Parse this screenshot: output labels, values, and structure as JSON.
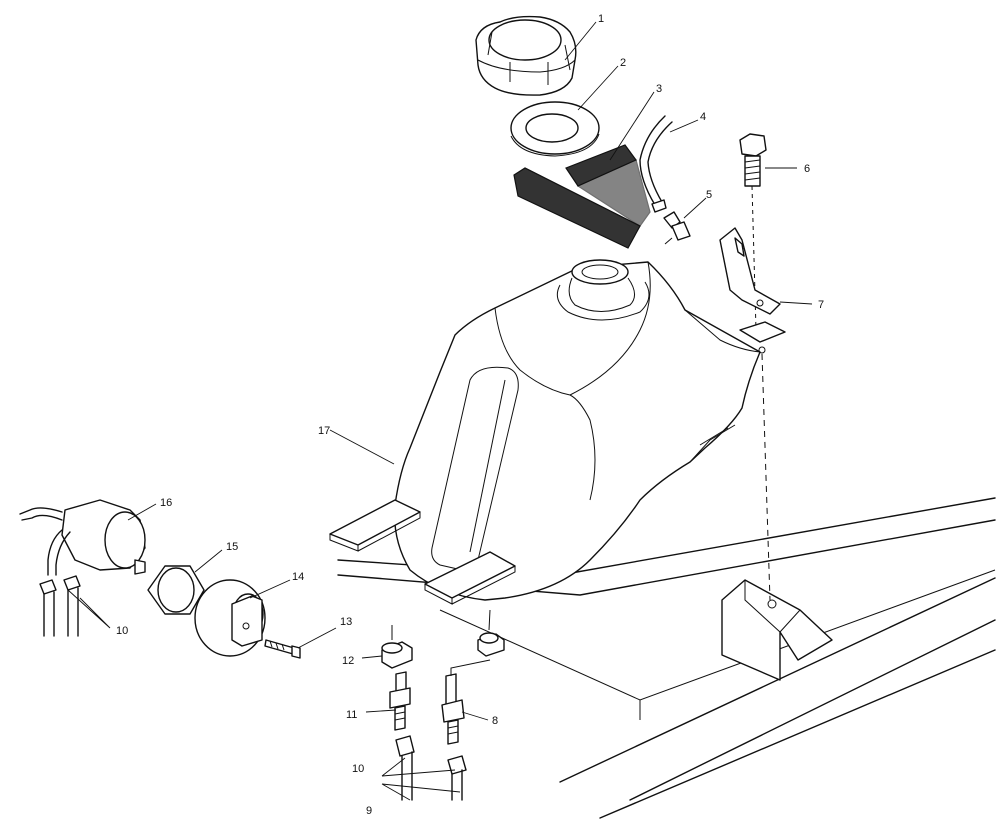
{
  "callouts": [
    {
      "id": "1",
      "label": "1"
    },
    {
      "id": "2",
      "label": "2"
    },
    {
      "id": "3",
      "label": "3"
    },
    {
      "id": "4",
      "label": "4"
    },
    {
      "id": "5",
      "label": "5"
    },
    {
      "id": "6",
      "label": "6"
    },
    {
      "id": "7",
      "label": "7"
    },
    {
      "id": "8",
      "label": "8"
    },
    {
      "id": "9",
      "label": "9"
    },
    {
      "id": "10a",
      "label": "10"
    },
    {
      "id": "10b",
      "label": "10"
    },
    {
      "id": "11",
      "label": "11"
    },
    {
      "id": "12",
      "label": "12"
    },
    {
      "id": "13",
      "label": "13"
    },
    {
      "id": "14",
      "label": "14"
    },
    {
      "id": "15",
      "label": "15"
    },
    {
      "id": "16",
      "label": "16"
    },
    {
      "id": "17",
      "label": "17"
    }
  ]
}
